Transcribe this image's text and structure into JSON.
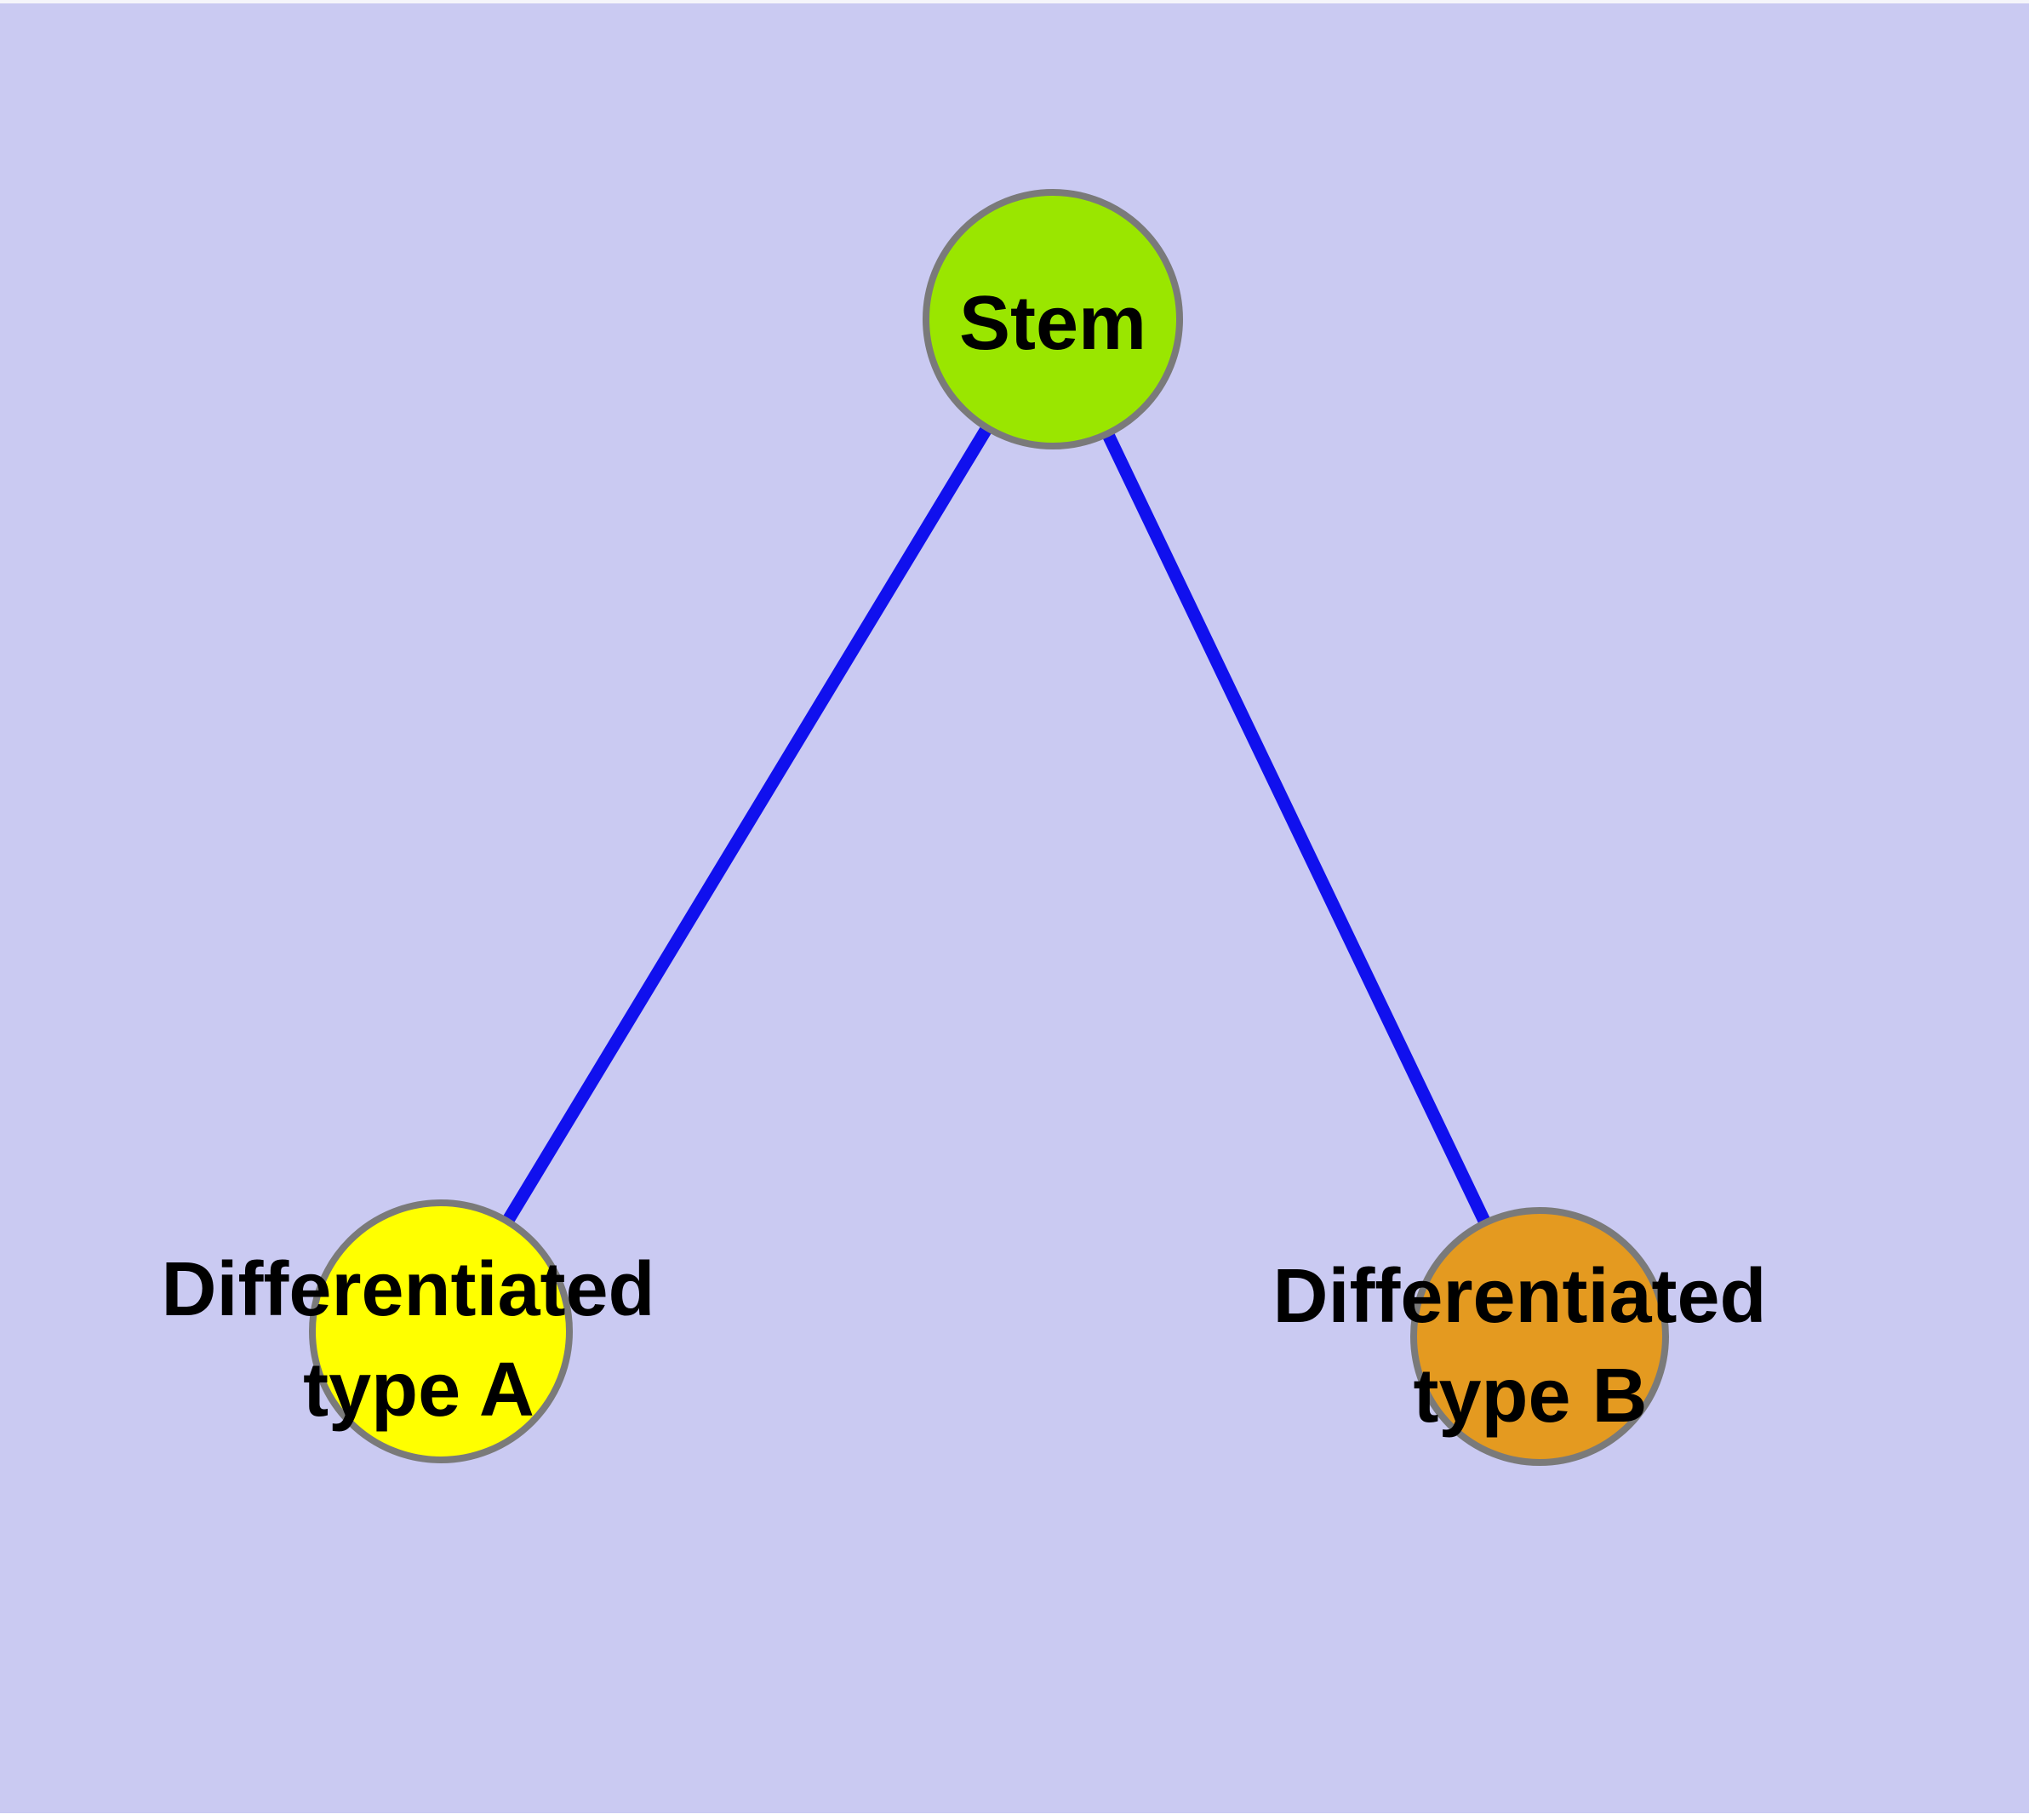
{
  "diagram": {
    "type": "graph",
    "colors": {
      "background": "#cacaf2",
      "top_border": "#f5f5fb",
      "bottom_border": "#ffffff",
      "node_border": "#7a7a7a",
      "label_text": "#000000",
      "edge": "#1010ee"
    },
    "nodes": [
      {
        "id": "stem",
        "lines": [
          "Stem"
        ],
        "fill": "#9ae600"
      },
      {
        "id": "diff-a",
        "lines": [
          "Differentiated",
          "type A"
        ],
        "fill": "#ffff00"
      },
      {
        "id": "diff-b",
        "lines": [
          "Differentiated",
          "type B"
        ],
        "fill": "#e49a20"
      }
    ],
    "edges": [
      {
        "from": "stem",
        "to": "diff-a",
        "color": "#1010ee"
      },
      {
        "from": "stem",
        "to": "diff-b",
        "color": "#1010ee"
      }
    ]
  }
}
